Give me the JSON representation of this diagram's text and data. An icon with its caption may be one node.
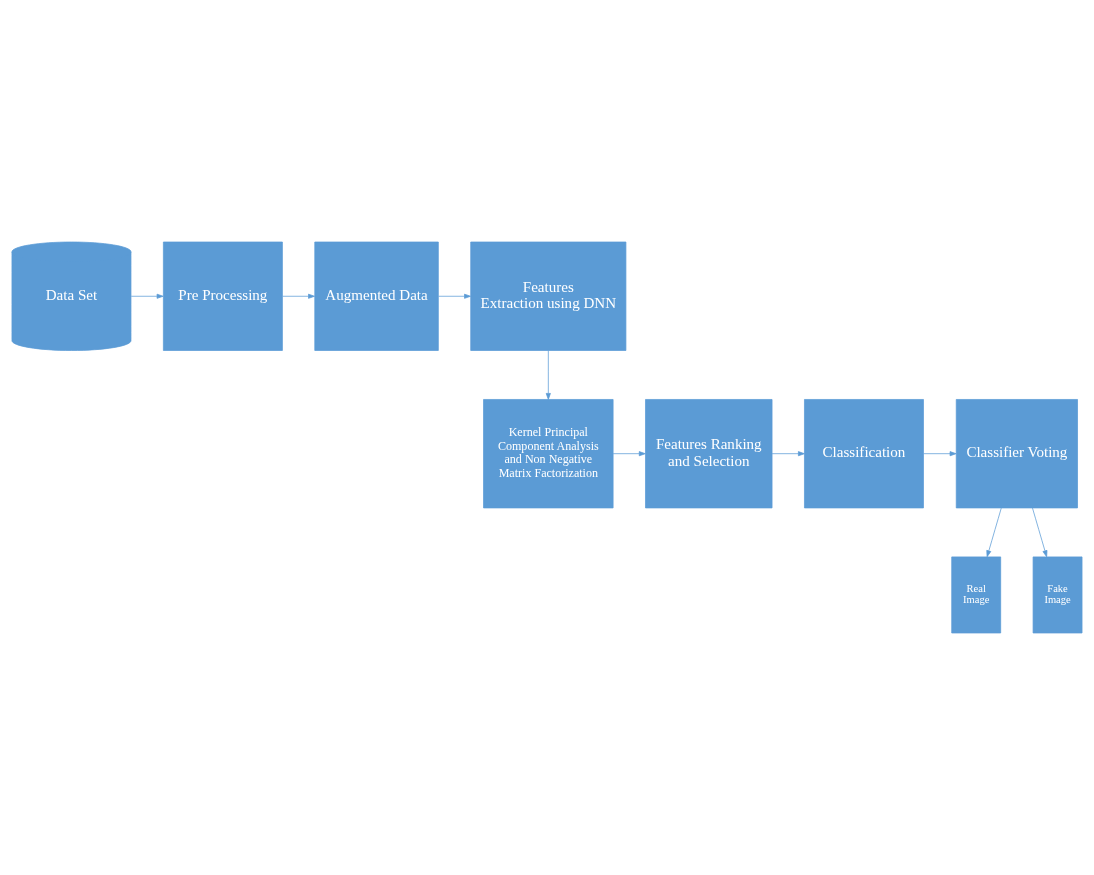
{
  "diagram": {
    "nodes": [
      {
        "text": [
          "Data Set"
        ]
      },
      {
        "text": [
          "Pre Processing"
        ]
      },
      {
        "text": [
          "Augmented Data"
        ]
      },
      {
        "text": [
          "Features Extraction using DNN"
        ]
      },
      {
        "text": [
          "Kernel Principal Component Analysis and Non Negative Matrix Factorization"
        ]
      },
      {
        "text": [
          "Features Ranking and Selection"
        ]
      },
      {
        "text": [
          "Classification"
        ]
      },
      {
        "text": [
          "Classifier Voting"
        ]
      },
      {
        "text": [
          "Real Image"
        ]
      },
      {
        "text": [
          "Fake Image"
        ]
      }
    ],
    "edges": [
      {
        "from": 0,
        "to": 1,
        "arrow": "to"
      },
      {
        "from": 1,
        "to": 2,
        "arrow": "to"
      },
      {
        "from": 2,
        "to": 3,
        "arrow": "to"
      },
      {
        "from": 3,
        "to": 4,
        "arrow": "to"
      },
      {
        "from": 4,
        "to": 5,
        "arrow": "to"
      },
      {
        "from": 5,
        "to": 6,
        "arrow": "to"
      },
      {
        "from": 6,
        "to": 7,
        "arrow": "to"
      },
      {
        "from": 7,
        "to": 8,
        "arrow": "to"
      },
      {
        "from": 7,
        "to": 9,
        "arrow": "to"
      }
    ]
  }
}
